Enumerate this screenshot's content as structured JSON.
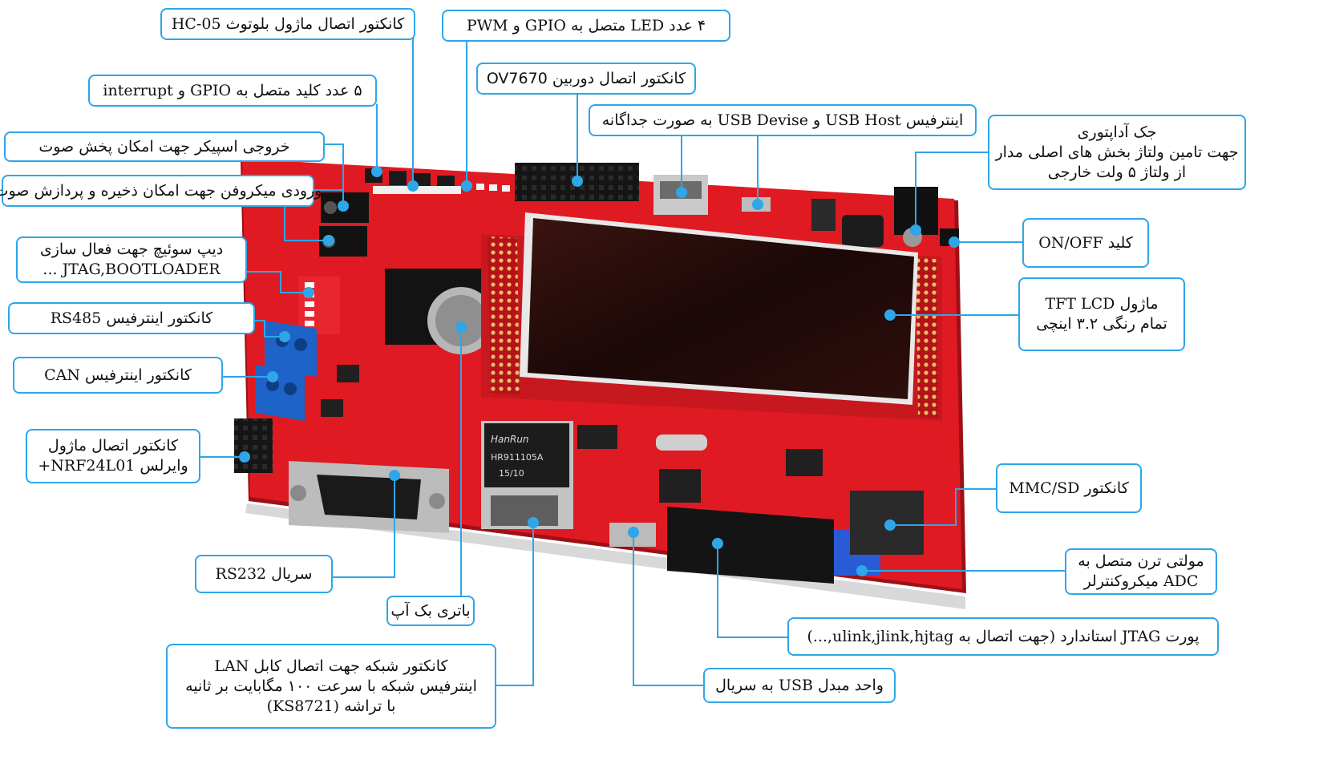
{
  "callouts": {
    "hc05": [
      "کانکتور اتصال ماژول بلوتوث HC-05"
    ],
    "keys": [
      "۵ عدد کلید متصل به GPIO و interrupt"
    ],
    "speaker": [
      "خروجی اسپیکر جهت امکان پخش صوت"
    ],
    "mic": [
      "ورودی میکروفن جهت امکان ذخیره و پردازش صوت"
    ],
    "dip": [
      "دیپ سوئیچ جهت فعال سازی",
      "JTAG,BOOTLOADER ..."
    ],
    "rs485": [
      "کانکتور اینترفیس RS485"
    ],
    "can": [
      "کانکتور اینترفیس CAN"
    ],
    "nrf": [
      "کانکتور اتصال ماژول",
      "وایرلس NRF24L01+"
    ],
    "rs232": [
      "سریال RS232"
    ],
    "battery": [
      "باتری بک آپ"
    ],
    "lan": [
      "کانکتور شبکه جهت اتصال کابل LAN",
      "اینترفیس شبکه با سرعت ۱۰۰ مگابایت بر ثانیه",
      "با تراشه (KS8721)"
    ],
    "led": [
      "۴ عدد LED متصل به GPIO و PWM"
    ],
    "ov7670": [
      "کانکتور اتصال دوربین OV7670"
    ],
    "usb": [
      "اینترفیس USB Host و USB Devise به صورت جداگانه"
    ],
    "adapter": [
      "جک آداپتوری",
      "جهت تامین ولتاژ بخش های اصلی مدار",
      "از ولتاژ ۵ ولت خارجی"
    ],
    "onoff": [
      "کلید ON/OFF"
    ],
    "tft": [
      "ماژول TFT LCD",
      "تمام رنگی ۳.۲ اینچی"
    ],
    "mmc": [
      "کانکتور MMC/SD"
    ],
    "adc": [
      "مولتی ترن متصل به",
      "ADC میکروکنترلر"
    ],
    "jtag": [
      "پورت JTAG استاندارد (جهت اتصال به ulink,jlink,hjtag,...)"
    ],
    "usbserial": [
      "واحد مبدل USB به سریال"
    ]
  },
  "board_text": {
    "eth_chip_brand": "HanRun",
    "eth_chip_model": "HR911105A",
    "eth_chip_date": "15/10"
  },
  "colors": {
    "pcb": "#e01a22",
    "callout_border": "#2ea6e8",
    "connector": "#1a1a1a",
    "terminal_block": "#1e63c8"
  }
}
